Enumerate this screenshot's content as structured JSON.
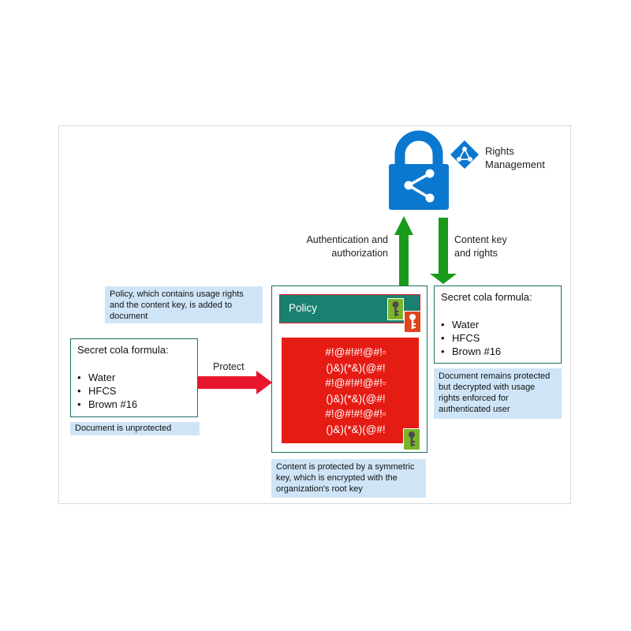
{
  "service": {
    "name_line1": "Rights",
    "name_line2": "Management"
  },
  "arrows": {
    "up_label_line1": "Authentication and",
    "up_label_line2": "authorization",
    "down_label_line1": "Content key",
    "down_label_line2": "and rights",
    "protect_label": "Protect"
  },
  "notes": {
    "policy_added": "Policy, which contains usage rights and the content key, is added to document",
    "unprotected": "Document is unprotected",
    "content_protected": "Content is protected by a symmetric key, which is encrypted with the organization's root key",
    "remains_protected": "Document remains protected but decrypted with usage rights enforced for authenticated user"
  },
  "source_doc": {
    "title": "Secret cola formula:",
    "items": [
      "Water",
      "HFCS",
      "Brown #16"
    ]
  },
  "result_doc": {
    "title": "Secret cola formula:",
    "items": [
      "Water",
      "HFCS",
      "Brown #16"
    ]
  },
  "protected_doc": {
    "policy_label": "Policy",
    "cipher_lines": [
      "#!@#!#!@#!▫",
      "()&)(*&)(@#!",
      "#!@#!#!@#!▫",
      "()&)(*&)(@#!",
      "#!@#!#!@#!▫",
      "()&)(*&)(@#!"
    ]
  },
  "colors": {
    "lock_blue": "#0b78d0",
    "arrow_green": "#1a9a1a",
    "arrow_red": "#e8162c",
    "policy_teal": "#1a8070",
    "cipher_red": "#e51c14",
    "key_green": "#7ab42a",
    "key_orange": "#e0441c",
    "note_blue": "#cfe5f7"
  },
  "icons": [
    "lock-share-icon",
    "rights-management-icon",
    "key-icon"
  ]
}
